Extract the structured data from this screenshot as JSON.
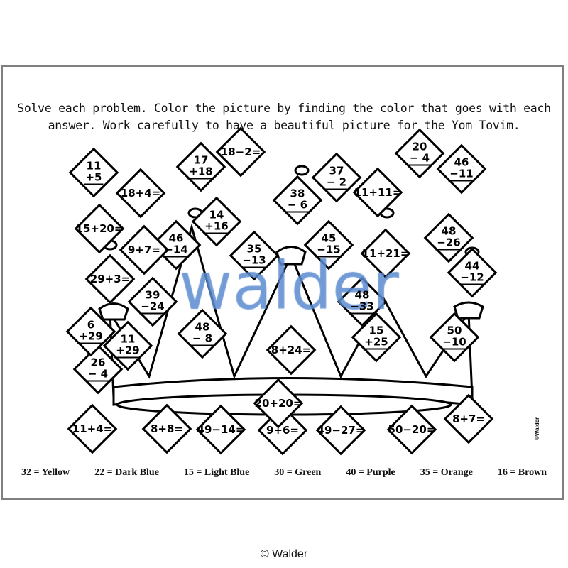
{
  "instructions": {
    "line1": "Solve each problem. Color the picture by finding the color that goes with each",
    "line2": "answer. Work carefully to have a beautiful picture for the Yom Tovim."
  },
  "problems": [
    {
      "a": "11",
      "b": "+5"
    },
    {
      "t": "18+4="
    },
    {
      "a": "17",
      "b": "+18"
    },
    {
      "t": "18−2="
    },
    {
      "a": "37",
      "b": "− 2"
    },
    {
      "a": "20",
      "b": "− 4"
    },
    {
      "a": "46",
      "b": "−11"
    },
    {
      "a": "38",
      "b": "− 6"
    },
    {
      "t": "11+11="
    },
    {
      "a": "14",
      "b": "+16"
    },
    {
      "t": "15+20="
    },
    {
      "t": "9+7="
    },
    {
      "a": "46",
      "b": "−14"
    },
    {
      "a": "35",
      "b": "−13"
    },
    {
      "a": "45",
      "b": "−15"
    },
    {
      "t": "11+21="
    },
    {
      "a": "48",
      "b": "−26"
    },
    {
      "t": "29+3="
    },
    {
      "a": "44",
      "b": "−12"
    },
    {
      "a": "39",
      "b": "−24"
    },
    {
      "a": "48",
      "b": "−33"
    },
    {
      "a": "6",
      "b": "+29"
    },
    {
      "a": "11",
      "b": "+29"
    },
    {
      "a": "48",
      "b": "− 8"
    },
    {
      "t": "8+24="
    },
    {
      "a": "15",
      "b": "+25"
    },
    {
      "a": "50",
      "b": "−10"
    },
    {
      "a": "26",
      "b": "− 4"
    },
    {
      "t": "20+20="
    },
    {
      "t": "11+4="
    },
    {
      "t": "8+8="
    },
    {
      "t": "49−14="
    },
    {
      "t": "9+6="
    },
    {
      "t": "49−27="
    },
    {
      "t": "50−20="
    },
    {
      "t": "8+7="
    }
  ],
  "watermark": "walder",
  "legend": [
    "32 = Yellow",
    "22 = Dark Blue",
    "15 = Light Blue",
    "30 = Green",
    "40 = Purple",
    "35 = Orange",
    "16 = Brown"
  ],
  "side_credit": "©Walder",
  "footer": "© Walder",
  "colors": {
    "border": "#7f7f7f",
    "watermark": "#5b8bd0"
  }
}
